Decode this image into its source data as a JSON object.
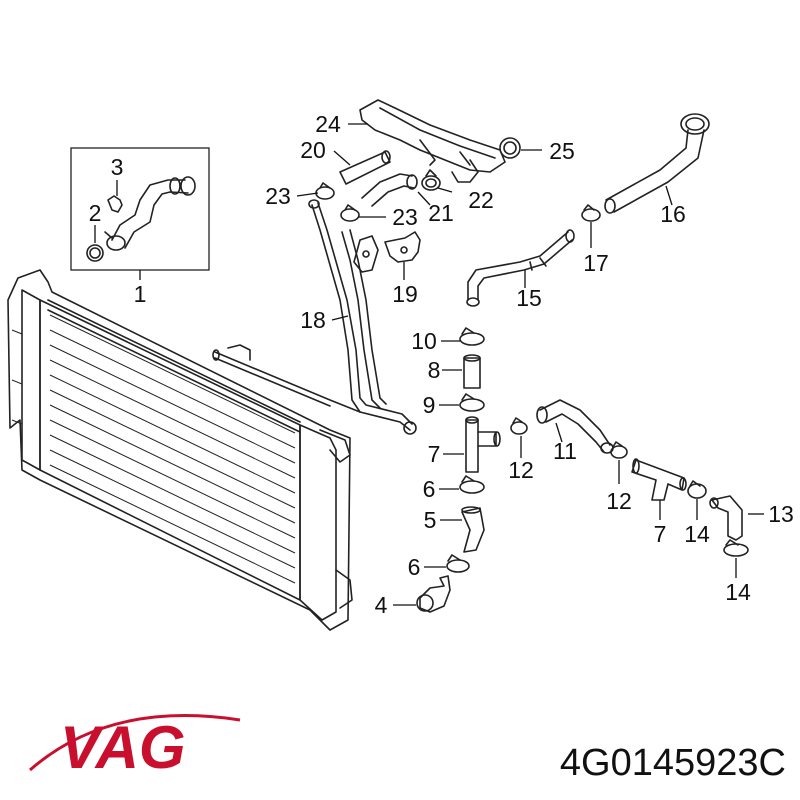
{
  "callouts": {
    "c1": "1",
    "c2": "2",
    "c3": "3",
    "c4": "4",
    "c5": "5",
    "c6a": "6",
    "c6b": "6",
    "c7a": "7",
    "c7b": "7",
    "c8": "8",
    "c9": "9",
    "c10": "10",
    "c11": "11",
    "c12a": "12",
    "c12b": "12",
    "c13": "13",
    "c14a": "14",
    "c14b": "14",
    "c15": "15",
    "c16": "16",
    "c17": "17",
    "c18": "18",
    "c19": "19",
    "c20": "20",
    "c21": "21",
    "c22": "22",
    "c23a": "23",
    "c23b": "23",
    "c24": "24",
    "c25": "25"
  },
  "brand": {
    "logo_text": "VAG",
    "color": "#c8102e"
  },
  "part_number": "4G0145923C"
}
